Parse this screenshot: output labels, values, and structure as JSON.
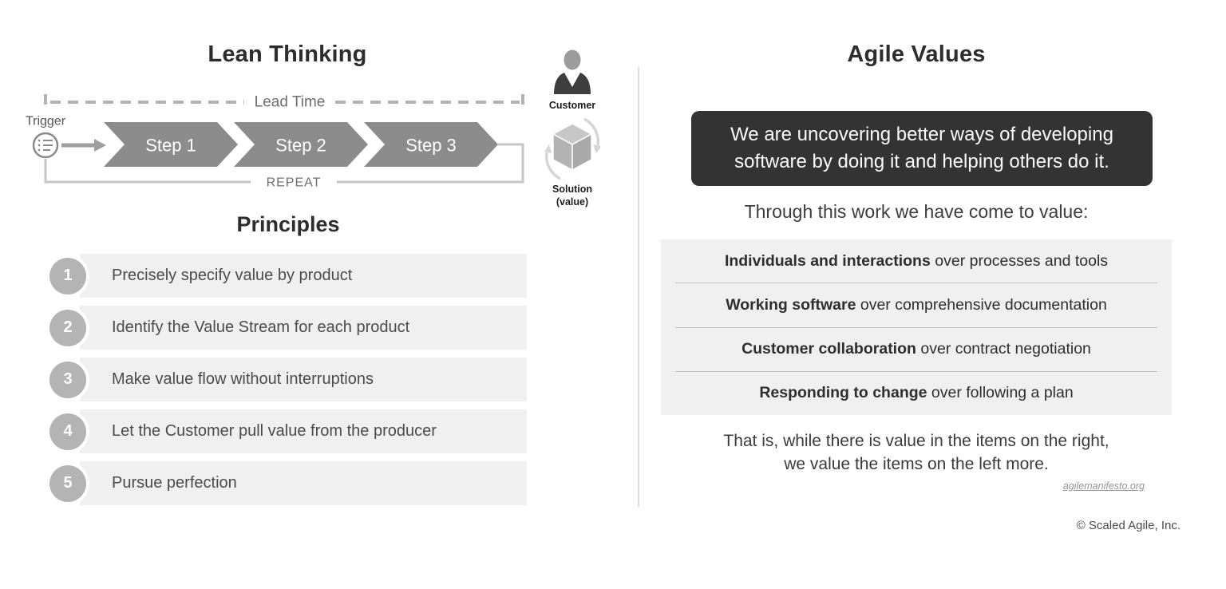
{
  "left": {
    "title": "Lean Thinking",
    "flow": {
      "lead_time_label": "Lead Time",
      "trigger_label": "Trigger",
      "steps": [
        "Step 1",
        "Step 2",
        "Step 3"
      ],
      "repeat_label": "REPEAT"
    },
    "customer_label": "Customer",
    "solution_label_line1": "Solution",
    "solution_label_line2": "(value)",
    "principles": {
      "title": "Principles",
      "items": [
        {
          "number": "1",
          "text": "Precisely specify value by product"
        },
        {
          "number": "2",
          "text": "Identify the Value Stream for each product"
        },
        {
          "number": "3",
          "text": "Make value flow without interruptions"
        },
        {
          "number": "4",
          "text": "Let the Customer pull value from the producer"
        },
        {
          "number": "5",
          "text": "Pursue perfection"
        }
      ]
    }
  },
  "right": {
    "title": "Agile Values",
    "manifesto_quote": "We are uncovering better ways of developing software by doing it and helping others do it.",
    "intro": "Through this work we have come to value:",
    "values": [
      {
        "bold": "Individuals and interactions",
        "rest": " over processes and tools"
      },
      {
        "bold": "Working software",
        "rest": " over comprehensive documentation"
      },
      {
        "bold": "Customer collaboration",
        "rest": " over contract negotiation"
      },
      {
        "bold": "Responding to change",
        "rest": " over following a plan"
      }
    ],
    "closing_line1": "That is, while there is value in the items on the right,",
    "closing_line2": "we value the items on the left more.",
    "link": "agilemanifesto.org",
    "copyright": "© Scaled Agile, Inc."
  },
  "colors": {
    "chevron_gray": "#8c8c8c",
    "dark_quote_box": "#333333",
    "light_panel": "#f0f0f0",
    "number_circle": "#b4b4b4",
    "divider": "#dedede",
    "loop_line": "#c6c6c6",
    "dashed_line": "#b3b3b3"
  }
}
